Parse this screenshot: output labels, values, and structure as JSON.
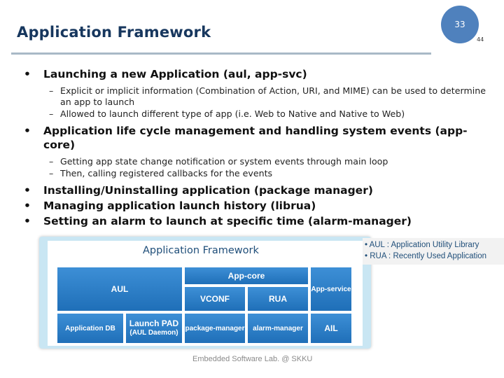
{
  "slide": {
    "title": "Application Framework",
    "page_number": "33",
    "page_small": "44",
    "footer": "Embedded Software Lab. @ SKKU"
  },
  "bullets": [
    {
      "text": "Launching a new Application (aul, app-svc)",
      "subs": [
        "Explicit or implicit information (Combination of Action, URI, and MIME) can be used to determine an app to launch",
        "Allowed to launch different type of app (i.e. Web to Native and Native to Web)"
      ]
    },
    {
      "text": "Application life cycle management and handling system events (app-core)",
      "subs": [
        "Getting app state change notification or system events through main loop",
        "Then, calling registered callbacks for the events"
      ]
    },
    {
      "text": "Installing/Uninstalling application (package manager)",
      "subs": []
    },
    {
      "text": "Managing application launch history (librua)",
      "subs": []
    },
    {
      "text": "Setting an alarm to launch at specific time (alarm-manager)",
      "subs": []
    }
  ],
  "bullet_glyph": "•",
  "sub_glyph": "–",
  "diagram": {
    "title": "Application Framework",
    "blocks": {
      "aul": "AUL",
      "app_core": "App-core",
      "app_service": "App-service",
      "vconf": "VCONF",
      "rua": "RUA",
      "application_db": "Application DB",
      "launch_pad": "Launch PAD",
      "aul_daemon": "(AUL Daemon)",
      "package_manager": "package-manager",
      "alarm_manager": "alarm-manager",
      "ail": "AIL"
    },
    "block_color": "#2f80c9",
    "frame_color": "#c9e6f3"
  },
  "legend": [
    "• AUL : Application Utility Library",
    "• RUA : Recently Used Application"
  ]
}
